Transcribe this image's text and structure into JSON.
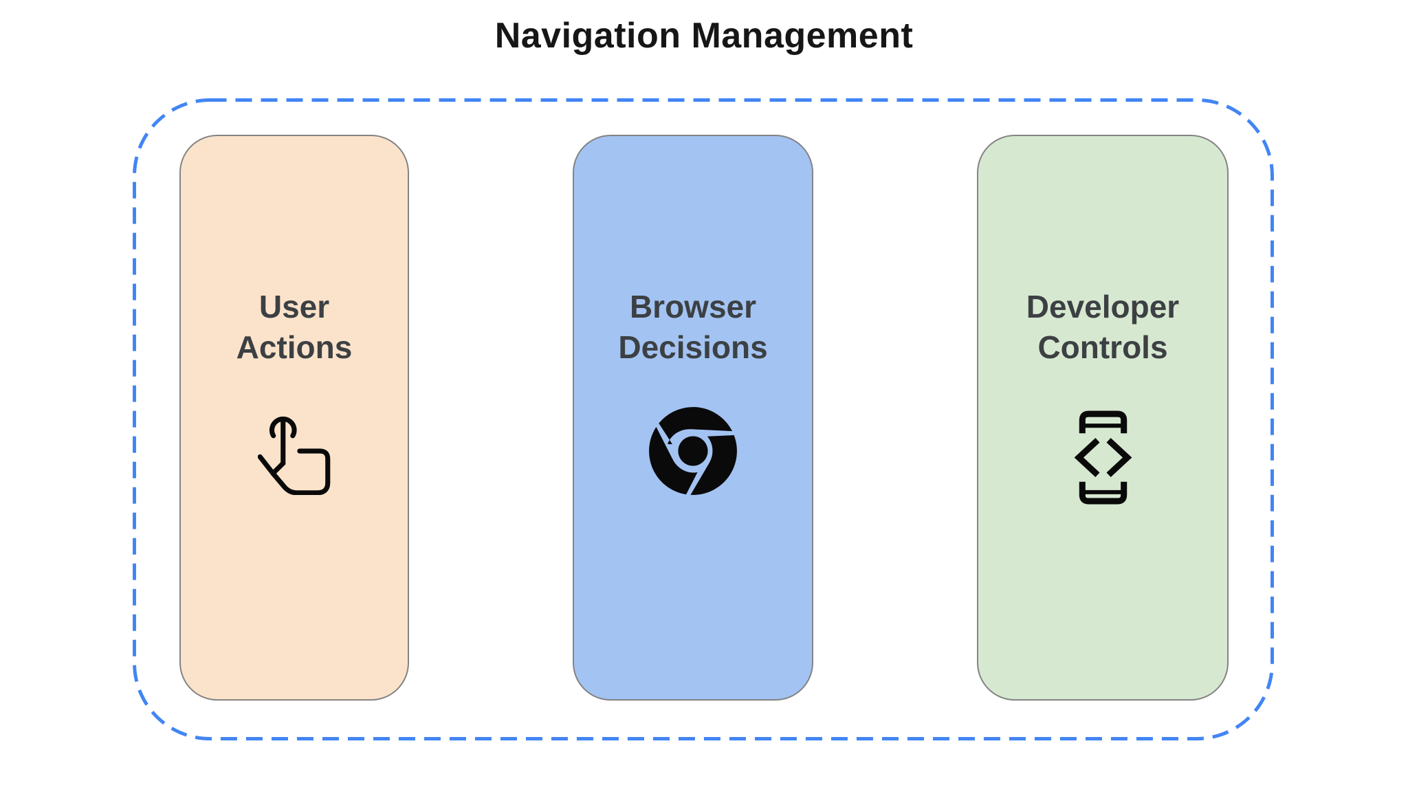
{
  "title": "Navigation Management",
  "group": {
    "name": "navigation-management-group"
  },
  "cards": [
    {
      "id": "user-actions",
      "label": "User\nActions",
      "icon": "touch-gesture-icon",
      "bg": "#FBE3CB"
    },
    {
      "id": "browser-decisions",
      "label": "Browser\nDecisions",
      "icon": "chrome-browser-icon",
      "bg": "#A3C3F2"
    },
    {
      "id": "developer-controls",
      "label": "Developer\nControls",
      "icon": "developer-mode-icon",
      "bg": "#D7E8D1"
    }
  ],
  "colors": {
    "page_bg": "#FFFFFF",
    "dashed_border_accent": "#4285F4",
    "card_border": "#838383",
    "card_user_actions_bg": "#FBE3CB",
    "card_browser_decisions_bg": "#A3C3F2",
    "card_developer_controls_bg": "#D7E8D1",
    "label_text": "#3C4043",
    "title_text": "#161616",
    "icon_color": "#0A0A0A"
  }
}
